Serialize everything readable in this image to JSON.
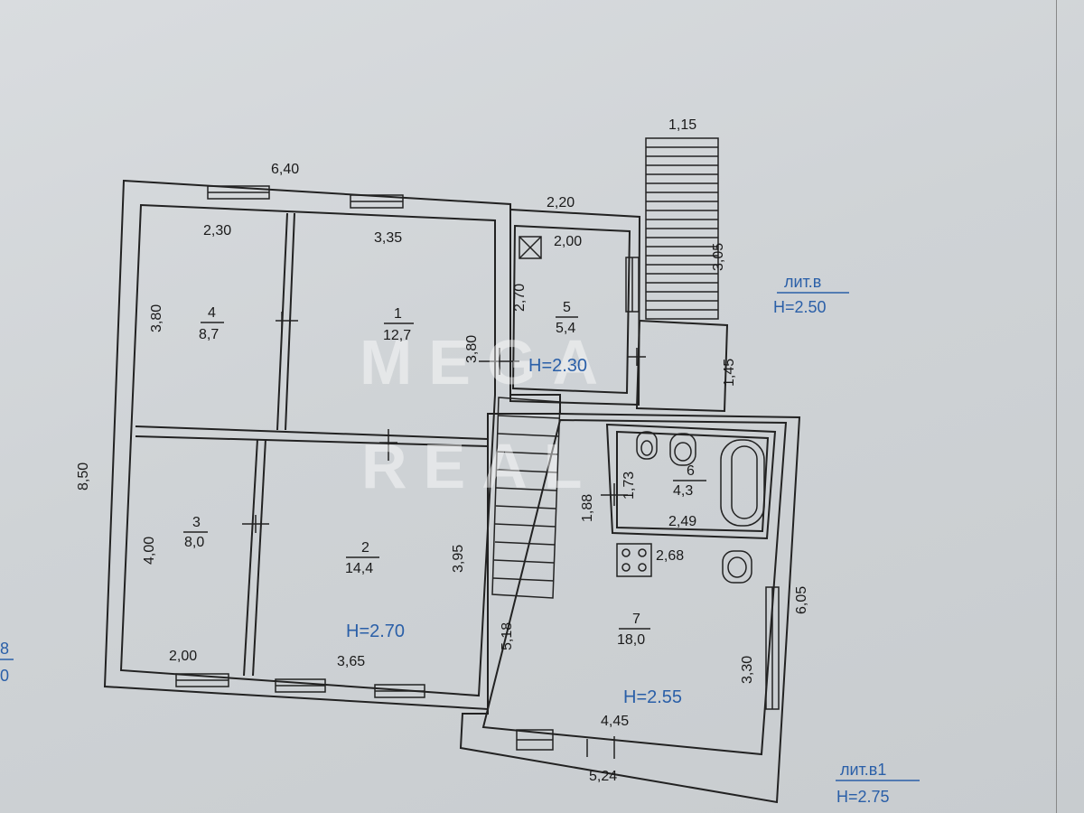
{
  "dimensions": {
    "top_left_outer": "6,40",
    "top_right_outer": "2,20",
    "stairs_top": "1,15",
    "stairs_side": "3,05",
    "porch_side": "1,45",
    "left_outer": "8,50",
    "right_outer": "6,05",
    "bottom_right_outer": "5,24",
    "room4_width": "2,30",
    "room4_height": "3,80",
    "room1_width": "3,35",
    "room1_height": "3,80",
    "room5_width": "2,00",
    "room5_height": "2,70",
    "room3_height": "4,00",
    "room3_width": "2,00",
    "room2_width": "3,65",
    "room2_height": "3,95",
    "room6_height": "1,73",
    "room6_width": "2,49",
    "hall_height": "1,88",
    "room7_top": "2,68",
    "room7_height": "5,18",
    "room7_right": "3,30",
    "room7_width": "4,45"
  },
  "rooms": [
    {
      "number": "1",
      "area": "12,7"
    },
    {
      "number": "2",
      "area": "14,4"
    },
    {
      "number": "3",
      "area": "8,0"
    },
    {
      "number": "4",
      "area": "8,7"
    },
    {
      "number": "5",
      "area": "5,4"
    },
    {
      "number": "6",
      "area": "4,3"
    },
    {
      "number": "7",
      "area": "18,0"
    }
  ],
  "heights": {
    "main": "H=2.70",
    "room5": "H=2.30",
    "room7": "H=2.55"
  },
  "legends": {
    "lit_v_label": "лит.в",
    "lit_v_height": "H=2.50",
    "lit_v1_label": "лит.в1",
    "lit_v1_height": "H=2.75"
  },
  "edge_fragments": {
    "top": "8",
    "bottom": "0"
  },
  "watermark": {
    "line1": "MEGA",
    "line2": "REAL"
  }
}
